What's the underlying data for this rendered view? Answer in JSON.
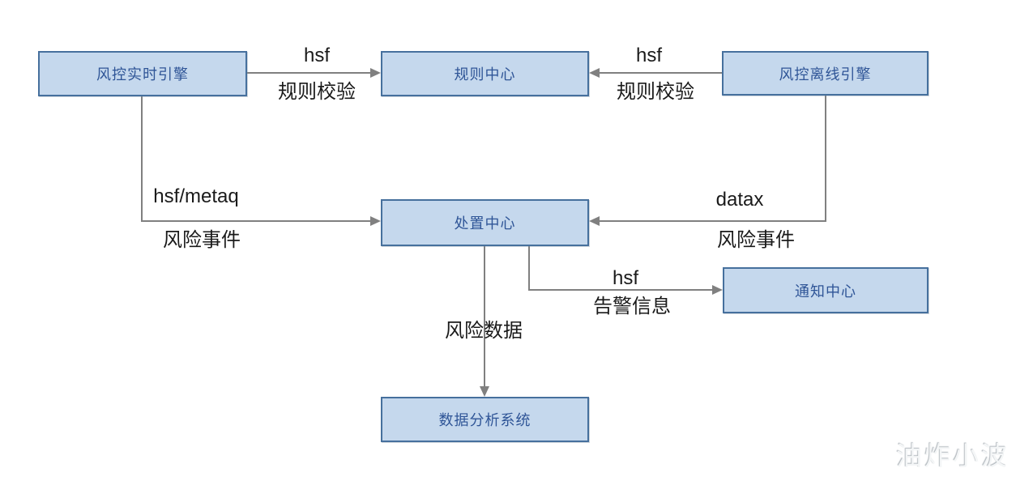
{
  "diagram": {
    "title": "risk-control-architecture-flowchart",
    "nodes": [
      {
        "id": "realtime-engine",
        "label": "风控实时引擎"
      },
      {
        "id": "rule-center",
        "label": "规则中心"
      },
      {
        "id": "offline-engine",
        "label": "风控离线引擎"
      },
      {
        "id": "disposal-center",
        "label": "处置中心"
      },
      {
        "id": "notify-center",
        "label": "通知中心"
      },
      {
        "id": "data-analysis",
        "label": "数据分析系统"
      }
    ],
    "edges": [
      {
        "from": "风控实时引擎",
        "to": "规则中心",
        "protocol": "hsf",
        "payload": "规则校验"
      },
      {
        "from": "风控离线引擎",
        "to": "规则中心",
        "protocol": "hsf",
        "payload": "规则校验"
      },
      {
        "from": "风控实时引擎",
        "to": "处置中心",
        "protocol": "hsf/metaq",
        "payload": "风险事件"
      },
      {
        "from": "风控离线引擎",
        "to": "处置中心",
        "protocol": "datax",
        "payload": "风险事件"
      },
      {
        "from": "处置中心",
        "to": "通知中心",
        "protocol": "hsf",
        "payload": "告警信息"
      },
      {
        "from": "处置中心",
        "to": "数据分析系统",
        "protocol": "",
        "payload": "风险数据"
      }
    ],
    "colors": {
      "node_fill": "#C5D8ED",
      "node_border": "#46709D",
      "node_text": "#2F5597",
      "edge_line": "#808080",
      "edge_label_text": "#1a1a1a"
    },
    "watermark": "油炸小波"
  }
}
